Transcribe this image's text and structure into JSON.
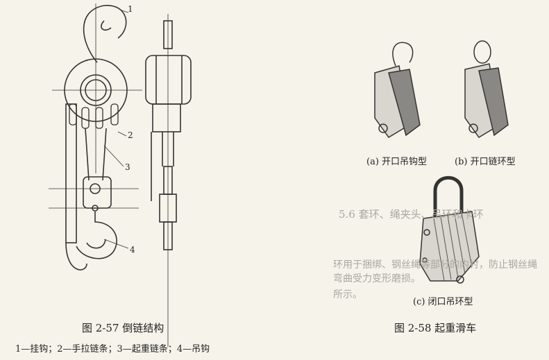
{
  "figure_257": {
    "caption": "图 2-57   倒链结构",
    "legend": "1—挂钩；2—手拉链条；3—起重链条；4—吊钩",
    "callouts": [
      "1",
      "2",
      "3",
      "4"
    ]
  },
  "figure_258": {
    "caption": "图 2-58   起重滑车",
    "sub_a": "(a) 开口吊钩型",
    "sub_b": "(b) 开口链环型",
    "sub_c": "(c) 闭口吊环型"
  },
  "bleed_through": {
    "heading": "5.6   套环、绳夹头、吊环和卡环",
    "line1": "环用于捆绑、钢丝绳等部分的内衬，防止钢丝绳弯曲受力变形磨损。",
    "line2": "所示。"
  }
}
